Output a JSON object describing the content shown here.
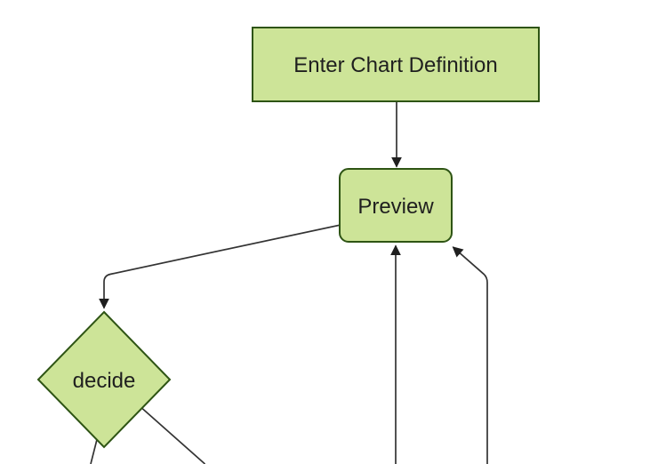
{
  "diagram": {
    "type": "flowchart",
    "direction": "top-down",
    "nodes": [
      {
        "id": "enter-chart-definition",
        "label": "Enter Chart Definition",
        "shape": "rectangle"
      },
      {
        "id": "preview",
        "label": "Preview",
        "shape": "rounded-rectangle"
      },
      {
        "id": "decide",
        "label": "decide",
        "shape": "diamond"
      }
    ],
    "edges": [
      {
        "from": "enter-chart-definition",
        "to": "preview",
        "arrowhead": true
      },
      {
        "from": "preview",
        "to": "decide",
        "arrowhead": true
      },
      {
        "from": "offscreen-bottom",
        "to": "preview-bottom-center",
        "arrowhead": true
      },
      {
        "from": "offscreen-bottom",
        "to": "preview-bottom-right",
        "arrowhead": true
      },
      {
        "from": "decide",
        "to": "offscreen-bottom-left",
        "arrowhead": false
      },
      {
        "from": "decide",
        "to": "offscreen-bottom-right",
        "arrowhead": false
      }
    ],
    "colors": {
      "background": "#ffffff",
      "node_fill": "#cde498",
      "node_border": "#2e5414",
      "edge_line": "#333333",
      "arrowhead": "#1f1f1f",
      "label_text": "#1f1f1f"
    }
  }
}
